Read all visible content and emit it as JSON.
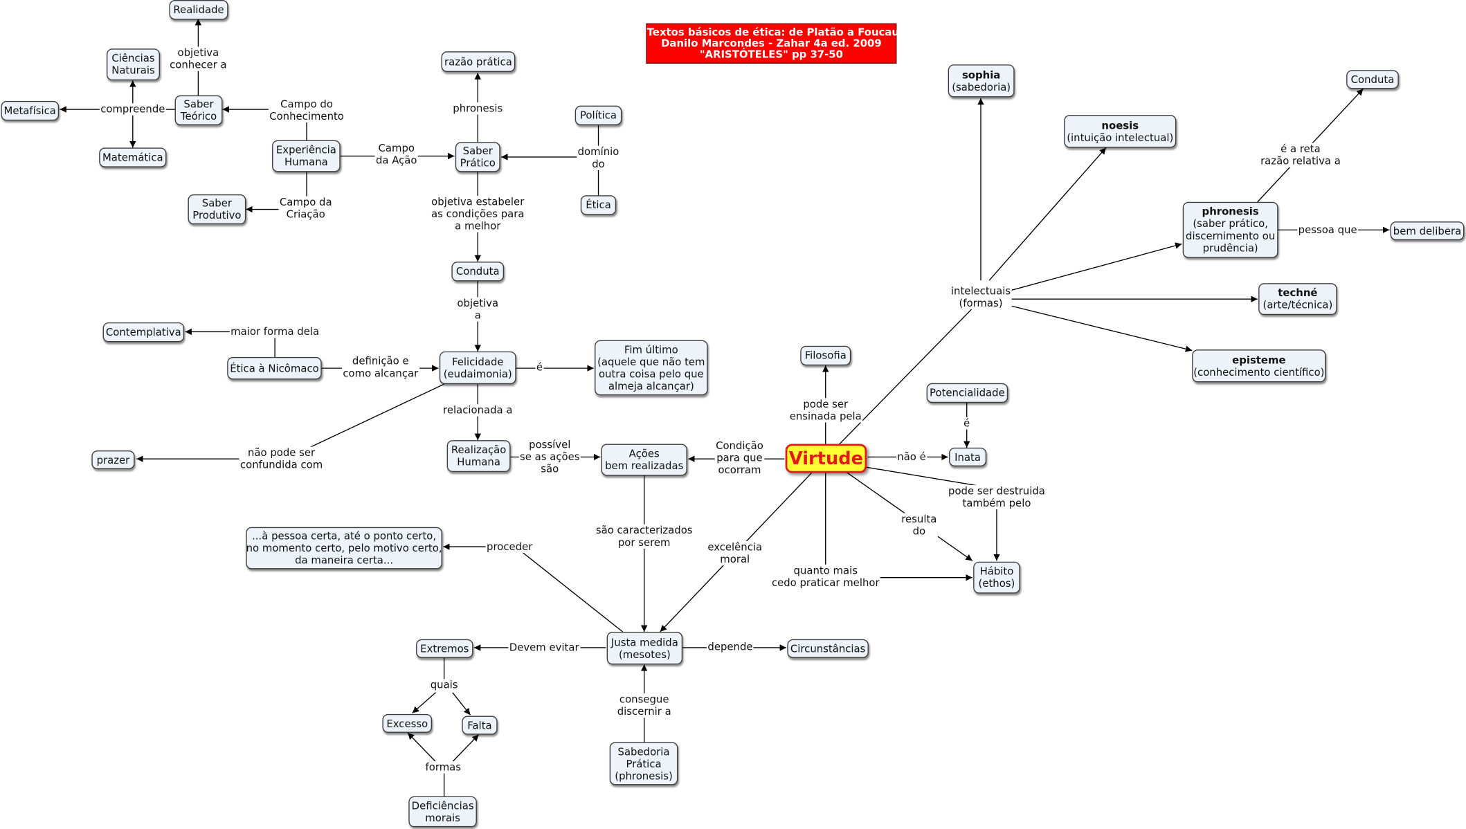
{
  "title": {
    "lines": [
      "Textos básicos de ética: de Platão a Foucault",
      "Danilo Marcondes - Zahar 4a ed. 2009",
      "\"ARISTÓTELES\" pp 37-50"
    ]
  },
  "nodes": {
    "realidade": [
      "Realidade"
    ],
    "ciencias_naturais": [
      "Ciências",
      "Naturais"
    ],
    "metafisica": [
      "Metafísica"
    ],
    "saber_teorico": [
      "Saber",
      "Teórico"
    ],
    "matematica": [
      "Matemática"
    ],
    "experiencia_humana": [
      "Experiência",
      "Humana"
    ],
    "saber_produtivo": [
      "Saber",
      "Produtivo"
    ],
    "razao_pratica": [
      "razão prática"
    ],
    "saber_pratico": [
      "Saber",
      "Prático"
    ],
    "politica": [
      "Política"
    ],
    "etica": [
      "Ética"
    ],
    "conduta_center": [
      "Conduta"
    ],
    "contemplativa": [
      "Contemplativa"
    ],
    "etica_nicomaco": [
      "Ética à Nicômaco"
    ],
    "felicidade": [
      "Felicidade",
      "(eudaimonia)"
    ],
    "fim_ultimo": [
      "Fim último",
      "(aquele que não tem",
      "outra coisa pelo que",
      "almeja alcançar)"
    ],
    "prazer": [
      "prazer"
    ],
    "realizacao_humana": [
      "Realização",
      "Humana"
    ],
    "acoes": [
      "Ações",
      "bem realizadas"
    ],
    "virtude": [
      "Virtude"
    ],
    "filosofia": [
      "Filosofia"
    ],
    "potencialidade": [
      "Potencialidade"
    ],
    "inata": [
      "Inata"
    ],
    "habito": [
      "Hábito",
      "(ethos)"
    ],
    "pessoa_certa": [
      "...à pessoa certa, até o ponto certo,",
      "no momento certo, pelo motivo certo,",
      "da maneira certa..."
    ],
    "justa_medida": [
      "Justa medida",
      "(mesotes)"
    ],
    "circunstancias": [
      "Circunstâncias"
    ],
    "extremos": [
      "Extremos"
    ],
    "excesso": [
      "Excesso"
    ],
    "falta": [
      "Falta"
    ],
    "deficiencias": [
      "Deficiências",
      "morais"
    ],
    "sabedoria_pratica": [
      "Sabedoria",
      "Prática",
      "(phronesis)"
    ],
    "sophia": [
      "sophia",
      "(sabedoria)"
    ],
    "noesis": [
      "noesis",
      "(intuição intelectual)"
    ],
    "conduta_right": [
      "Conduta"
    ],
    "phronesis": [
      "phronesis",
      "(saber prático,",
      "discernimento ou",
      "prudência)"
    ],
    "bem_delibera": [
      "bem delibera"
    ],
    "techne": [
      "techné",
      "(arte/técnica)"
    ],
    "episteme": [
      "episteme",
      "(conhecimento científico)"
    ]
  },
  "links": {
    "objetiva_conhecer": [
      "objetiva",
      "conhecer a"
    ],
    "compreende": [
      "compreende"
    ],
    "campo_conhecimento": [
      "Campo do",
      "Conhecimento"
    ],
    "campo_acao": [
      "Campo",
      "da Ação"
    ],
    "campo_criacao": [
      "Campo da",
      "Criação"
    ],
    "phronesis_link": [
      "phronesis"
    ],
    "dominio_do": [
      "domínio",
      "do"
    ],
    "objetiva_estabelecer": [
      "objetiva estabeler",
      "as condições para",
      "a melhor"
    ],
    "objetiva_a": [
      "objetiva",
      "a"
    ],
    "maior_forma": [
      "maior forma dela"
    ],
    "definicao": [
      "definição e",
      "como alcançar"
    ],
    "e_fim": [
      "é"
    ],
    "relacionada": [
      "relacionada a"
    ],
    "nao_pode": [
      "não pode ser",
      "confundida com"
    ],
    "possivel": [
      "possível",
      "se as ações",
      "são"
    ],
    "condicao": [
      "Condição",
      "para que",
      "ocorram"
    ],
    "pode_ensinada": [
      "pode ser",
      "ensinada pela"
    ],
    "nao_e": [
      "não é"
    ],
    "e_pot": [
      "é"
    ],
    "destruida": [
      "pode ser destruida",
      "também pelo"
    ],
    "resulta": [
      "resulta",
      "do"
    ],
    "quanto_mais": [
      "quanto mais",
      "cedo praticar melhor"
    ],
    "excelencia": [
      "excelência",
      "moral"
    ],
    "caracterizados": [
      "são caracterizados",
      "por serem"
    ],
    "proceder": [
      "proceder"
    ],
    "devem_evitar": [
      "Devem evitar"
    ],
    "depende": [
      "depende"
    ],
    "quais": [
      "quais"
    ],
    "formas": [
      "formas"
    ],
    "consegue": [
      "consegue",
      "discernir a"
    ],
    "intelectuais": [
      "intelectuais",
      "(formas)"
    ],
    "reta_razao": [
      "é a reta",
      "razão relativa a"
    ],
    "pessoa_que": [
      "pessoa que"
    ]
  },
  "colors": {
    "node_fill": "#edf3f8",
    "node_border": "#3a3a3a",
    "title_fill": "#ff0000",
    "title_text": "#ffffff",
    "virtude_fill": "#ffff33",
    "virtude_text": "#e21a1a",
    "line": "#000000"
  }
}
